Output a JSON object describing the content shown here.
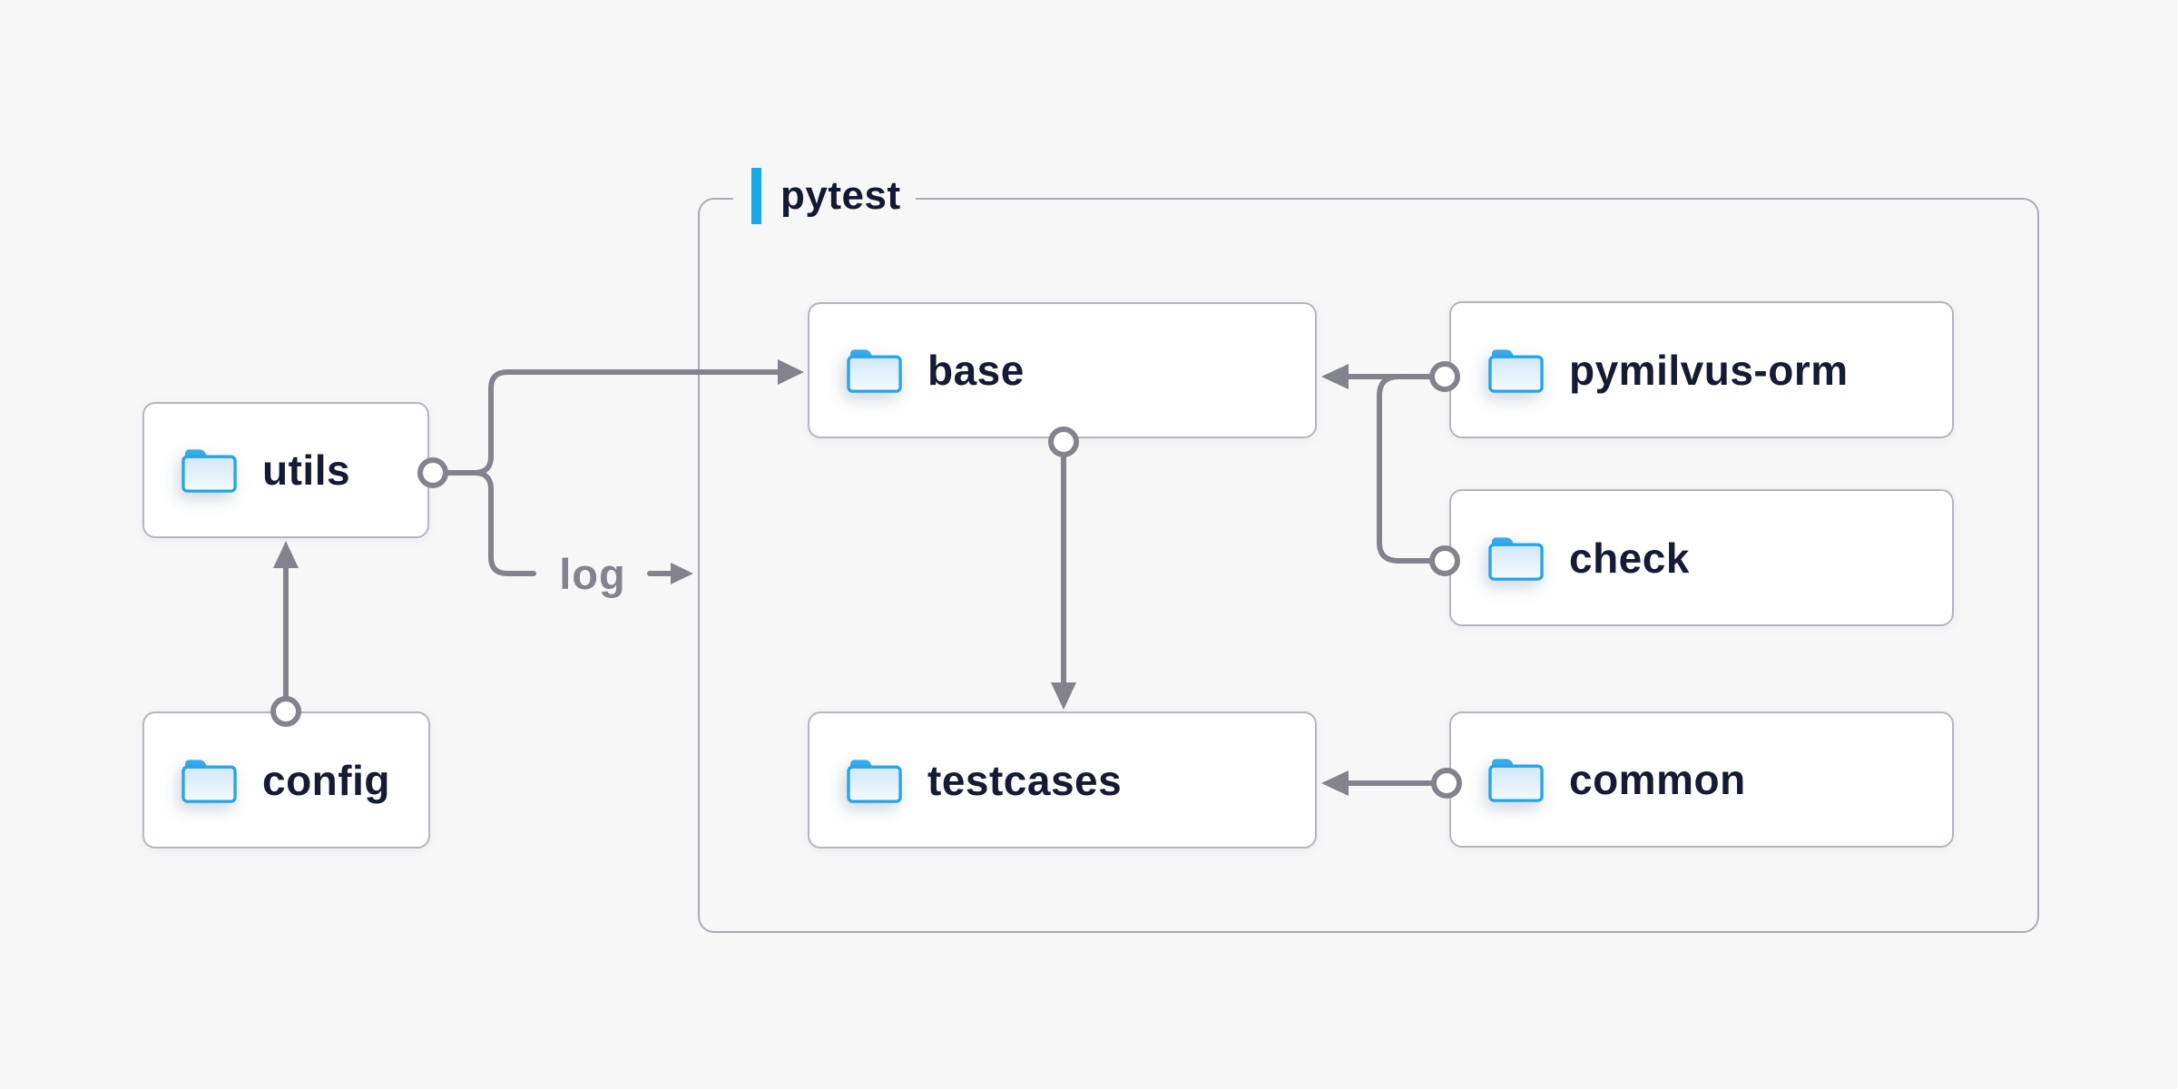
{
  "container": {
    "label": "pytest",
    "accent_color": "#16a8e9"
  },
  "nodes": {
    "utils": {
      "label": "utils"
    },
    "config": {
      "label": "config"
    },
    "base": {
      "label": "base"
    },
    "pymilvus-orm": {
      "label": "pymilvus-orm"
    },
    "check": {
      "label": "check"
    },
    "testcases": {
      "label": "testcases"
    },
    "common": {
      "label": "common"
    }
  },
  "edges": [
    {
      "from": "config",
      "to": "utils"
    },
    {
      "from": "utils",
      "to": "base"
    },
    {
      "from": "utils",
      "to": "log",
      "label": "log"
    },
    {
      "from": "pymilvus-orm",
      "to": "base"
    },
    {
      "from": "check",
      "to": "base"
    },
    {
      "from": "base",
      "to": "testcases"
    },
    {
      "from": "common",
      "to": "testcases"
    }
  ],
  "edge_label": {
    "log": "log"
  },
  "colors": {
    "background": "#f7f7f8",
    "node_fill": "#ffffff",
    "node_border": "#b5b5c1",
    "container_border": "#ababb8",
    "line": "#83838e",
    "text": "#141b33",
    "accent_blue": "#16a8e9",
    "folder_blue": "#29a3e9"
  }
}
